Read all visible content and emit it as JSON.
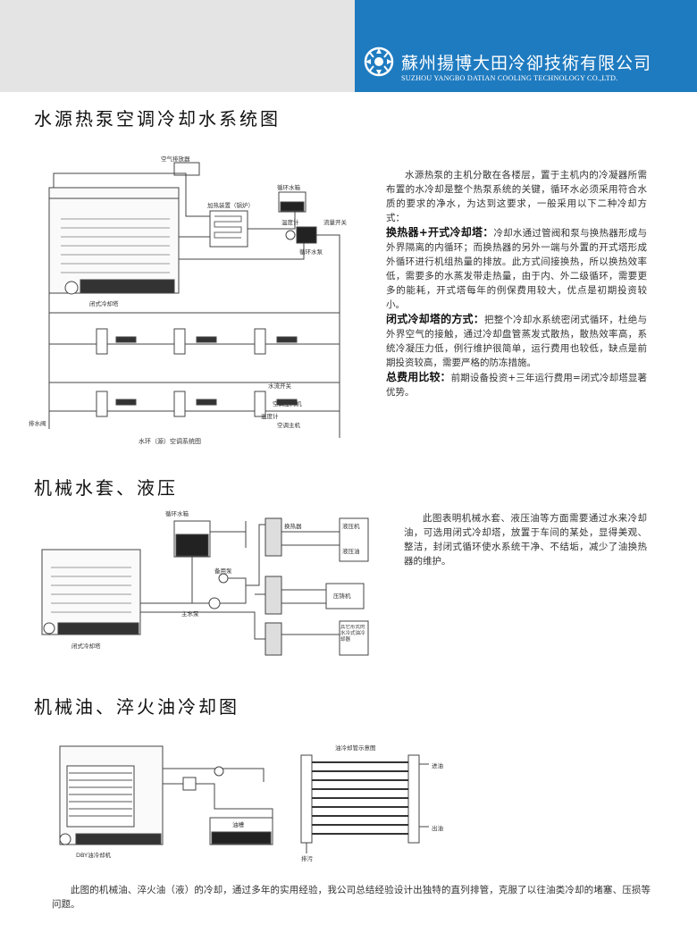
{
  "header": {
    "company_cn": "蘇州揚博大田冷卻技術有限公司",
    "company_en": "SUZHOU YANGBO DATIAN COOLING TECHNOLOGY CO.,LTD.",
    "brand_color": "#1f7bc0"
  },
  "section1": {
    "title": "水源热泵空调冷却水系统图",
    "intro": "水源热泵的主机分散在各楼层，置于主机内的冷凝器所需布置的水冷却是整个热泵系统的关键，循环水必须采用符合水质的要求的净水，为达到这要求，一般采用以下二种冷却方式：",
    "method1_head": "换热器+开式冷却塔：",
    "method1_text": "冷却水通过管阀和泵与换热器形成与外界隔离的内循环；而换热器的另外一端与外置的开式塔形成外循环进行机组热量的排放。此方式间接换热，所以换热效率低，需要多的水蒸发带走热量，由于内、外二级循环，需要更多的能耗，开式塔每年的例保费用较大，优点是初期投资较小。",
    "method2_head": "闭式冷却塔的方式：",
    "method2_text": "把整个冷却水系统密闭式循环，杜绝与外界空气的接触，通过冷却盘管蒸发式散热，散热效率高，系统冷凝压力低，例行维护很简单，运行费用也较低，缺点是前期投资较高，需要严格的防冻措施。",
    "method3_head": "总费用比较：",
    "method3_text": "前期设备投资+三年运行费用=闭式冷却塔显著优势。",
    "diagram": {
      "label_air_vent": "空气排放器",
      "label_tank": "循环水箱",
      "label_heater": "加热装置（锅炉）",
      "label_thermo": "温度计",
      "label_flow_switch": "流量开关",
      "label_pump": "循环水泵",
      "label_tower": "闭式冷却塔",
      "label_drain": "排水阀",
      "label_flow_switch2": "水流开关",
      "label_indoor": "空调室内机",
      "label_thermo2": "温度计",
      "label_host": "空调主机",
      "caption": "水环（源）空调系统图"
    }
  },
  "section2": {
    "title": "机械水套、液压",
    "text": "此图表明机械水套、液压油等方面需要通过水来冷却油，可选用闭式冷却塔，放置于车间的某处，显得美观、整洁，封闭式循环使水系统干净、不结垢，减少了油换热器的维护。",
    "diagram": {
      "label_tank": "循环水箱",
      "label_backup_pump": "备用泵",
      "label_main_pump": "主水泵",
      "label_hx": "换热器",
      "label_hydraulic": "液压机",
      "label_hyd_oil": "液压油",
      "label_press": "压铸机",
      "label_other": "其它形式的水冷式油冷却器",
      "label_tower": "闭式冷却塔"
    }
  },
  "section3": {
    "title": "机械油、淬火油冷却图",
    "text": "此图的机械油、淬火油（液）的冷却，通过多年的实用经验，我公司总结经验设计出独特的直列排管，克服了以往油类冷却的堵塞、压损等问题。",
    "diagram": {
      "label_oil_tank": "油槽",
      "label_machine": "DBY油冷却机",
      "label_schematic": "油冷却管示意图",
      "label_oil_in": "进油",
      "label_oil_out": "出油",
      "label_drain": "排污"
    }
  }
}
